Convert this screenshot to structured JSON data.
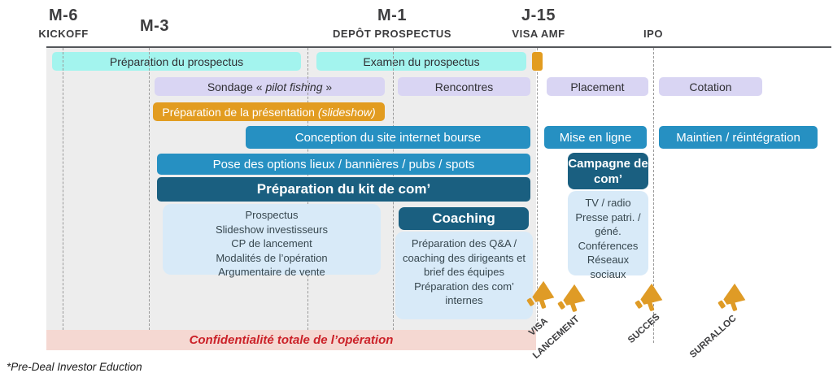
{
  "header": {
    "milestones": [
      {
        "label": "M-6",
        "sublabel": "KICKOFF"
      },
      {
        "label": "M-3",
        "sublabel": ""
      },
      {
        "label": "M-1",
        "sublabel": "DEPÔT PROSPECTUS"
      },
      {
        "label": "J-15",
        "sublabel": "VISA AMF"
      },
      {
        "label": "",
        "sublabel": "IPO"
      }
    ]
  },
  "rows": {
    "prospectus_prep": "Préparation du prospectus",
    "prospectus_exam": "Examen du prospectus",
    "sondage": {
      "prefix": "Sondage « ",
      "italic": "pilot fishing",
      "suffix": " »"
    },
    "rencontres": "Rencontres",
    "placement": "Placement",
    "cotation": "Cotation",
    "presentation": {
      "text": "Préparation de la présentation ",
      "italic": "(slideshow)"
    },
    "site_bourse": "Conception du site internet bourse",
    "mise_en_ligne": "Mise en ligne",
    "maintien": "Maintien / réintégration",
    "pose_options": "Pose des options lieux / bannières / pubs / spots",
    "kit_com": "Préparation du kit de com’",
    "kit_com_items": "Prospectus\nSlideshow investisseurs\nCP de lancement\nModalités de l’opération\nArgumentaire de vente",
    "coaching": "Coaching",
    "coaching_items": "Préparation des Q&A / coaching des dirigeants et brief des équipes\nPréparation des com’ internes",
    "campagne": "Campagne de com’",
    "campagne_items": "TV / radio\nPresse patri. / géné.\nConférences\nRéseaux sociaux"
  },
  "events": [
    {
      "label": "VISA"
    },
    {
      "label": "LANCEMENT"
    },
    {
      "label": "SUCCES"
    },
    {
      "label": "SURRALLOC"
    }
  ],
  "banner": "Confidentialité totale de l’opération",
  "footnote": "*Pre-Deal Investor Eduction",
  "colors": {
    "cyan": "#a3f4ee",
    "lavender": "#d9d5f3",
    "orange": "#e29c20",
    "blue": "#2690c2",
    "dark_blue": "#1a5f80",
    "light_blue_box": "#d8eaf8",
    "pink_band": "#f5d8d2",
    "red_text": "#cb2128",
    "gray_band": "#ededed",
    "megaphone": "#df9b26"
  }
}
